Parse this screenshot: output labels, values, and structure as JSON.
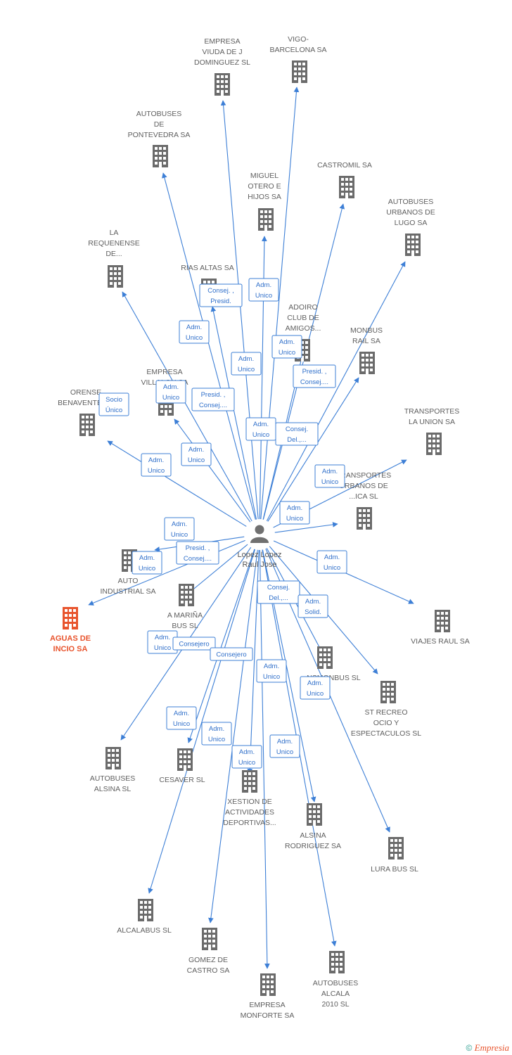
{
  "colors": {
    "edge": "#3d7fd6",
    "building": "#6b6b6b",
    "target": "#e8542d",
    "person": "#707070"
  },
  "person": {
    "name_lines": [
      "Lopez Lopez",
      "Raul Jose"
    ],
    "icon": "person-icon"
  },
  "companies": [
    {
      "id": "empresa-viuda",
      "lines": [
        "EMPRESA",
        "VIUDA DE J",
        "DOMINGUEZ SL"
      ],
      "role": [
        "Consej. ,",
        "Presid."
      ]
    },
    {
      "id": "vigo-barcelona",
      "lines": [
        "VIGO-",
        "BARCELONA SA"
      ],
      "role": [
        "Adm.",
        "Unico"
      ]
    },
    {
      "id": "autobuses-pontevedra",
      "lines": [
        "AUTOBUSES",
        "DE",
        "PONTEVEDRA SA"
      ],
      "role": [
        "Adm.",
        "Unico"
      ]
    },
    {
      "id": "castromil",
      "lines": [
        "CASTROMIL SA"
      ],
      "role": [
        "Adm.",
        "Unico"
      ]
    },
    {
      "id": "miguel-otero",
      "lines": [
        "MIGUEL",
        "OTERO E",
        "HIJOS SA"
      ],
      "role": [
        "Adm.",
        "Unico"
      ]
    },
    {
      "id": "autobuses-lugo",
      "lines": [
        "AUTOBUSES",
        "URBANOS DE",
        "LUGO SA"
      ],
      "role": [
        "Presid. ,",
        "Consej...."
      ]
    },
    {
      "id": "la-requenense",
      "lines": [
        "LA",
        "REQUENENSE",
        "DE..."
      ],
      "role": [
        "Adm.",
        "Unico"
      ]
    },
    {
      "id": "rias-altas",
      "lines": [
        "RIAS ALTAS SA"
      ],
      "role": [
        "Presid. ,",
        "Consej...."
      ]
    },
    {
      "id": "adoiro",
      "lines": [
        "ADOIRO",
        "CLUB DE",
        "AMIGOS..."
      ],
      "role": [
        "Adm.",
        "Unico"
      ]
    },
    {
      "id": "monbus-rail",
      "lines": [
        "MONBUS",
        "RAIL SA"
      ],
      "role": [
        "Consej.",
        "Del.,..."
      ]
    },
    {
      "id": "empresa-villalon",
      "lines": [
        "EMPRESA",
        "VILLALON SA"
      ],
      "role": [
        "Adm.",
        "Unico"
      ]
    },
    {
      "id": "orense-benavente",
      "lines": [
        "ORENSE",
        "BENAVENTE SA"
      ],
      "role": [
        "Adm.",
        "Unico"
      ]
    },
    {
      "id": "socio-unico",
      "lines": [],
      "role": [
        "Socio",
        "Único"
      ]
    },
    {
      "id": "transportes-union",
      "lines": [
        "TRANSPORTES",
        "LA UNION SA"
      ],
      "role": [
        "Adm.",
        "Unico"
      ]
    },
    {
      "id": "transportes-urbanos",
      "lines": [
        "TRANSPORTES",
        "URBANOS DE",
        "...ICA SL"
      ],
      "role": [
        "Adm.",
        "Unico"
      ]
    },
    {
      "id": "auto-industrial",
      "lines": [
        "AUTO",
        "INDUSTRIAL SA"
      ],
      "role": [
        "Adm.",
        "Unico"
      ]
    },
    {
      "id": "aguas-incio",
      "lines": [
        "AGUAS DE",
        "INCIO SA"
      ],
      "role": [
        "Adm.",
        "Unico"
      ],
      "target": true
    },
    {
      "id": "a-marina",
      "lines": [
        "A MARIÑA",
        "BUS SL"
      ],
      "role": [
        "Presid. ,",
        "Consej...."
      ]
    },
    {
      "id": "viajes-raul",
      "lines": [
        "VIAJES RAUL SA"
      ],
      "role": [
        "Adm.",
        "Unico"
      ]
    },
    {
      "id": "transmonbus",
      "lines": [
        "...NSMONBUS SL"
      ],
      "role": [
        "Consej.",
        "Del.,..."
      ]
    },
    {
      "id": "st-recreo",
      "lines": [
        "ST RECREO",
        "OCIO Y",
        "ESPECTACULOS SL"
      ],
      "role": [
        "Adm.",
        "Solid."
      ]
    },
    {
      "id": "autobuses-alsina",
      "lines": [
        "AUTOBUSES",
        "ALSINA SL"
      ],
      "role": [
        "Adm.",
        "Unico"
      ]
    },
    {
      "id": "cesaver",
      "lines": [
        "CESAVER SL"
      ],
      "role": [
        "Consejero"
      ]
    },
    {
      "id": "xestion",
      "lines": [
        "XESTION DE",
        "ACTIVIDADES",
        "DEPORTIVAS..."
      ],
      "role": [
        "Consejero"
      ]
    },
    {
      "id": "alsina-rodriguez",
      "lines": [
        "ALSINA",
        "RODRIGUEZ SA"
      ],
      "role": [
        "Adm.",
        "Unico"
      ]
    },
    {
      "id": "lura-bus",
      "lines": [
        "LURA BUS  SL"
      ],
      "role": [
        "Adm.",
        "Unico"
      ]
    },
    {
      "id": "alcalabus",
      "lines": [
        "ALCALABUS SL"
      ],
      "role": [
        "Adm.",
        "Unico"
      ]
    },
    {
      "id": "gomez-castro",
      "lines": [
        "GOMEZ DE",
        "CASTRO SA"
      ],
      "role": [
        "Adm.",
        "Unico"
      ]
    },
    {
      "id": "empresa-monforte",
      "lines": [
        "EMPRESA",
        "MONFORTE SA"
      ],
      "role": [
        "Adm.",
        "Unico"
      ]
    },
    {
      "id": "autobuses-alcala",
      "lines": [
        "AUTOBUSES",
        "ALCALA",
        "2010 SL"
      ],
      "role": [
        "Adm.",
        "Unico"
      ]
    }
  ],
  "footer": {
    "copyright": "©",
    "brand": "Empresia"
  }
}
